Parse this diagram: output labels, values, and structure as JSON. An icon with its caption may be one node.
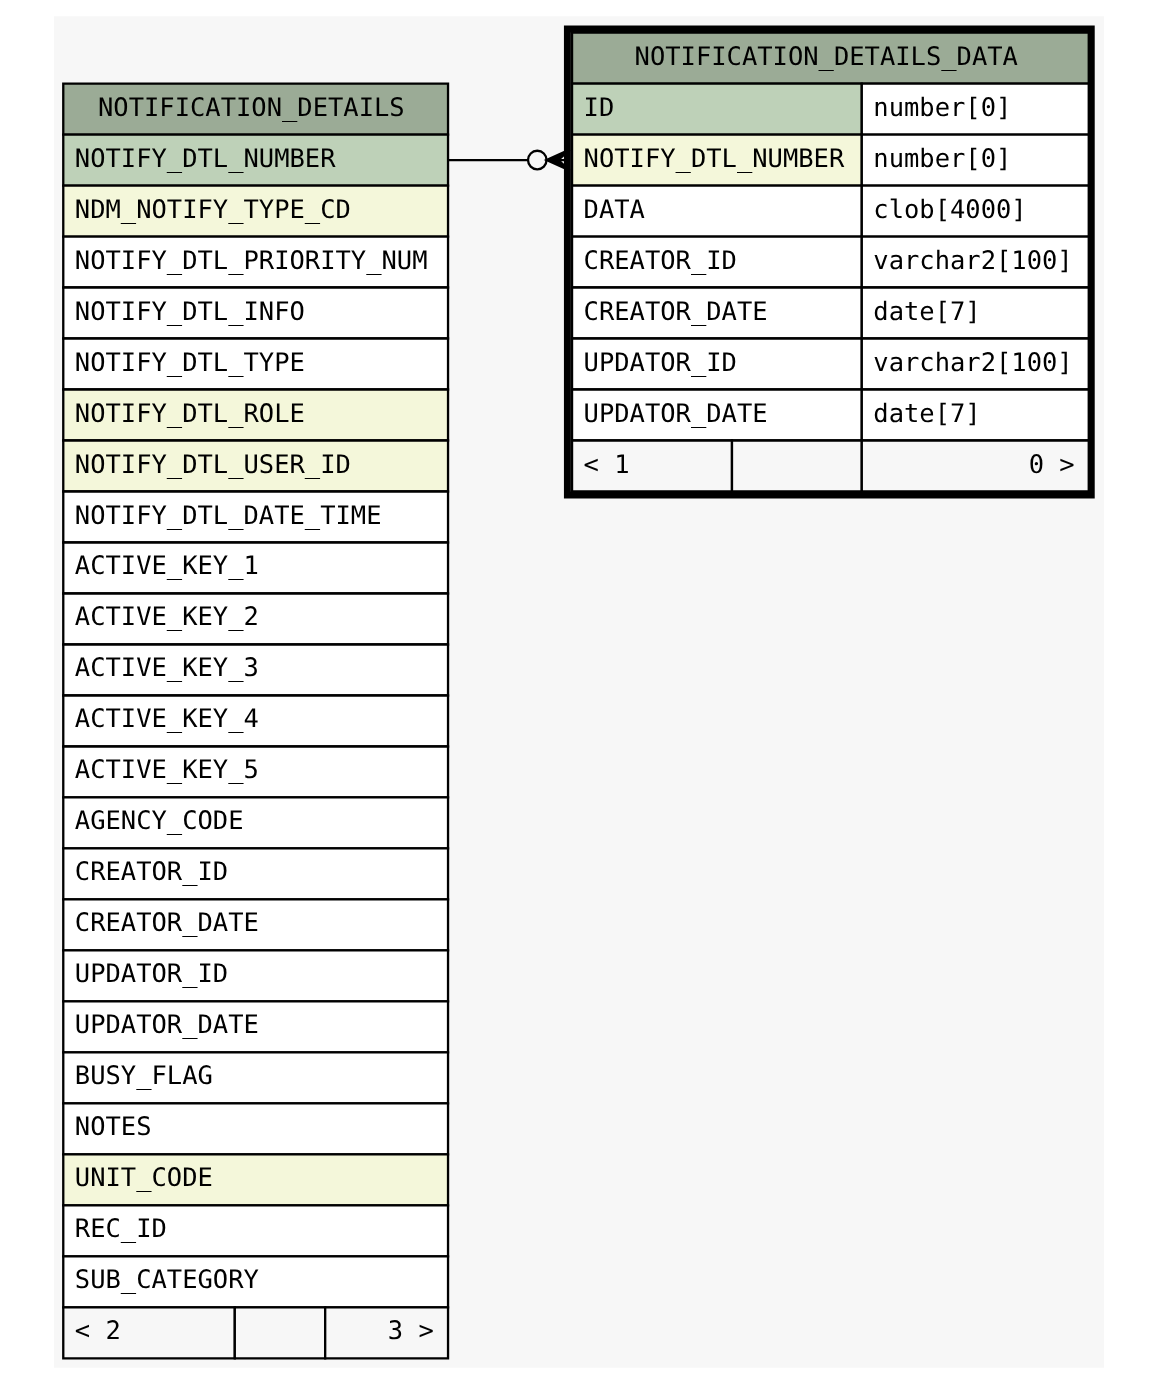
{
  "diagram": {
    "nodes": [
      {
        "text": [
          "NOTIFICATION_DETAILS",
          "NOTIFY_DTL_NUMBER",
          "NDM_NOTIFY_TYPE_CD",
          "NOTIFY_DTL_PRIORITY_NUM",
          "NOTIFY_DTL_INFO",
          "NOTIFY_DTL_TYPE",
          "NOTIFY_DTL_ROLE",
          "NOTIFY_DTL_USER_ID",
          "NOTIFY_DTL_DATE_TIME",
          "ACTIVE_KEY_1",
          "ACTIVE_KEY_2",
          "ACTIVE_KEY_3",
          "ACTIVE_KEY_4",
          "ACTIVE_KEY_5",
          "AGENCY_CODE",
          "CREATOR_ID",
          "CREATOR_DATE",
          "UPDATOR_ID",
          "UPDATOR_DATE",
          "BUSY_FLAG",
          "NOTES",
          "UNIT_CODE",
          "REC_ID",
          "SUB_CATEGORY",
          "< 2",
          "3 >"
        ]
      },
      {
        "text": [
          "NOTIFICATION_DETAILS_DATA",
          "ID",
          "number[0]",
          "NOTIFY_DTL_NUMBER",
          "number[0]",
          "DATA",
          "clob[4000]",
          "CREATOR_ID",
          "varchar2[100]",
          "CREATOR_DATE",
          "date[7]",
          "UPDATOR_ID",
          "varchar2[100]",
          "UPDATOR_DATE",
          "date[7]",
          "< 1",
          "0 >"
        ]
      }
    ],
    "edges": [
      {
        "from": 0,
        "to": 1,
        "arrow": "other"
      }
    ]
  }
}
